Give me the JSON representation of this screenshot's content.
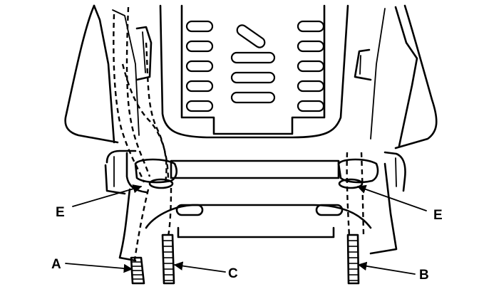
{
  "callouts": {
    "A": "A",
    "B": "B",
    "C": "C",
    "E_left": "E",
    "E_right": "E"
  }
}
